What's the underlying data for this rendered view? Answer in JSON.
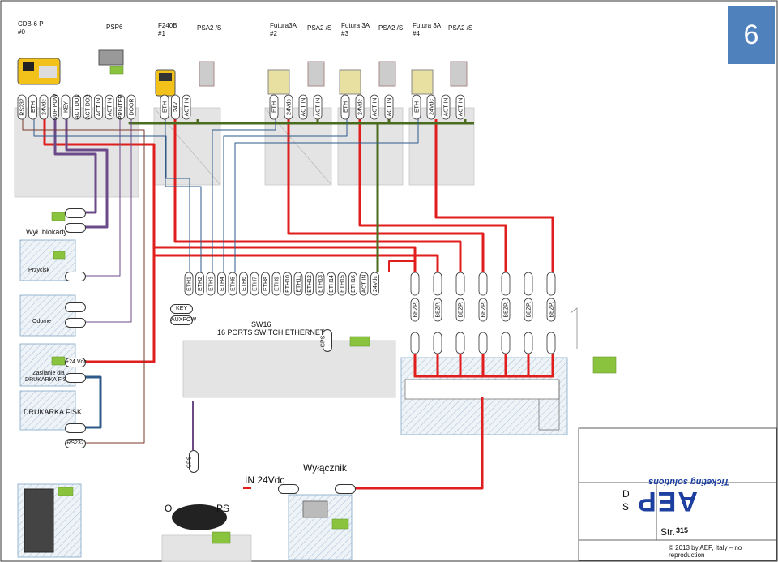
{
  "page_number": "6",
  "devices": {
    "cdb": {
      "title": "CDB-6 P",
      "sub": "#0"
    },
    "psp": {
      "title": "PSP6"
    },
    "f240b": {
      "title": "F240B",
      "sub": "#1",
      "psa": "PSA2 /S"
    },
    "futura2": {
      "title": "Futura3A",
      "sub": "#2",
      "psa": "PSA2 /S"
    },
    "futura3": {
      "title": "Futura 3A",
      "sub": "#3",
      "psa": "PSA2 /S"
    },
    "futura4": {
      "title": "Futura 3A",
      "sub": "#4",
      "psa": "PSA2 /S"
    }
  },
  "cdb_ports": [
    "RS232",
    "ETH",
    "24Vdc",
    "SUP POW",
    "KEY",
    "ACT DO1",
    "ACT DO2",
    "ACT IN",
    "ACT IN",
    "PRINTER",
    "DOOR"
  ],
  "f240_ports": [
    "ETH",
    "24V",
    "ACT IN"
  ],
  "futura_ports": [
    "ETH",
    "24Vdc",
    "ACT IN",
    "ACT IN"
  ],
  "switch_ports": [
    "ETH1",
    "ETH2",
    "ETH3",
    "ETH4",
    "ETH5",
    "ETH6",
    "ETH7",
    "ETH8",
    "ETH9",
    "ETH10",
    "ETH11",
    "ETH12",
    "ETH13",
    "ETH14",
    "ETH15",
    "ETH16",
    "ACT IN",
    "24Vdc"
  ],
  "bezp_label": "BEZP.",
  "bezp_count": 7,
  "left_labels": {
    "lock": "Wył. blokady",
    "button": "Przycisk",
    "odome": "Odome",
    "power": "Zasilanie dla DRUKARKA FISK.",
    "printer": "DRUKARKA FISK.",
    "v24": "+24 Vdc",
    "rs232": "RS232"
  },
  "switch": {
    "key": "KEY",
    "auxpow": "AUXPOW",
    "title": "SW16",
    "subtitle": "16 PORTS SWITCH ETHERNET",
    "gps": "GPS"
  },
  "bottom": {
    "gps": "GPS",
    "in24": "IN 24Vdc",
    "switch_label": "Wyłącznik",
    "antenna_partial": "O",
    "antenna_partial2": "PS"
  },
  "titleblock": {
    "page_ref": "Str.",
    "page_val": "315",
    "copyright": "© 2013 by AEP, Italy – no reproduction",
    "logo_main": "AEP",
    "logo_tag": "Ticketing solutions",
    "partial1": "D",
    "partial2": "S"
  },
  "colors": {
    "red": "#e11e1e",
    "green": "#4b6b1f",
    "purple": "#6b4a8a",
    "blue": "#2e5a8a",
    "brown": "#7a3a2a",
    "page_box": "#4f81bd"
  }
}
